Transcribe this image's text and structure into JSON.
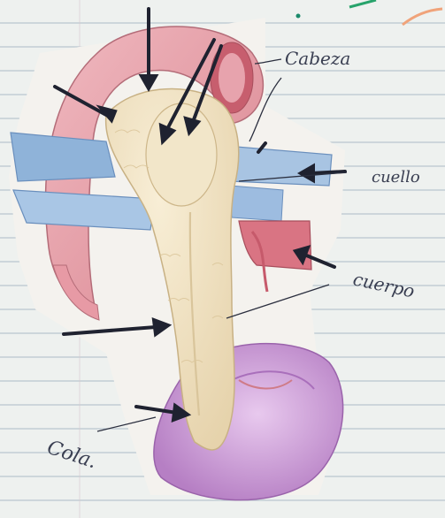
{
  "labels": {
    "head": "Cabeza",
    "neck": "cuello",
    "body": "cuerpo",
    "tail": "Cola."
  },
  "colors": {
    "paper": "#eef1ef",
    "rule": "#b9c6cf",
    "duodenum": "#e9a7b0",
    "pancreas": "#f0e3c6",
    "spleen": "#c89ad3",
    "vein": "#8fb3d9",
    "ink": "#1f2230"
  }
}
